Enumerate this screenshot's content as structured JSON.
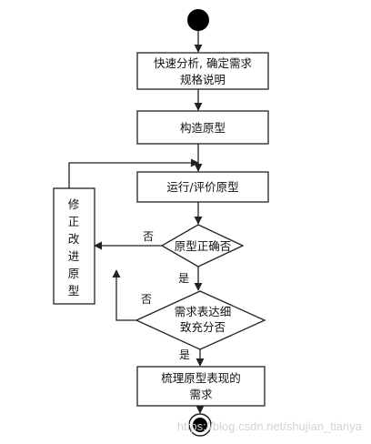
{
  "diagram": {
    "nodes": {
      "analyze": {
        "line1": "快速分析, 确定需求",
        "line2": "规格说明"
      },
      "build": {
        "label": "构造原型"
      },
      "run": {
        "label": "运行/评价原型"
      },
      "revise": {
        "chars": [
          "修",
          "正",
          "改",
          "进",
          "原",
          "型"
        ]
      },
      "correct": {
        "label": "原型正确否"
      },
      "needs": {
        "line1": "需求表达细",
        "line2": "致充分否"
      },
      "sort": {
        "line1": "梳理原型表现的",
        "line2": "需求"
      }
    },
    "edges": {
      "correct_no": "否",
      "correct_yes": "是",
      "needs_no": "否",
      "needs_yes": "是"
    },
    "watermark": "https://blog.csdn.net/shujian_tianya",
    "colors": {
      "stroke": "#222222",
      "start_fill": "#000000",
      "watermark": "#d4d4d4"
    }
  }
}
